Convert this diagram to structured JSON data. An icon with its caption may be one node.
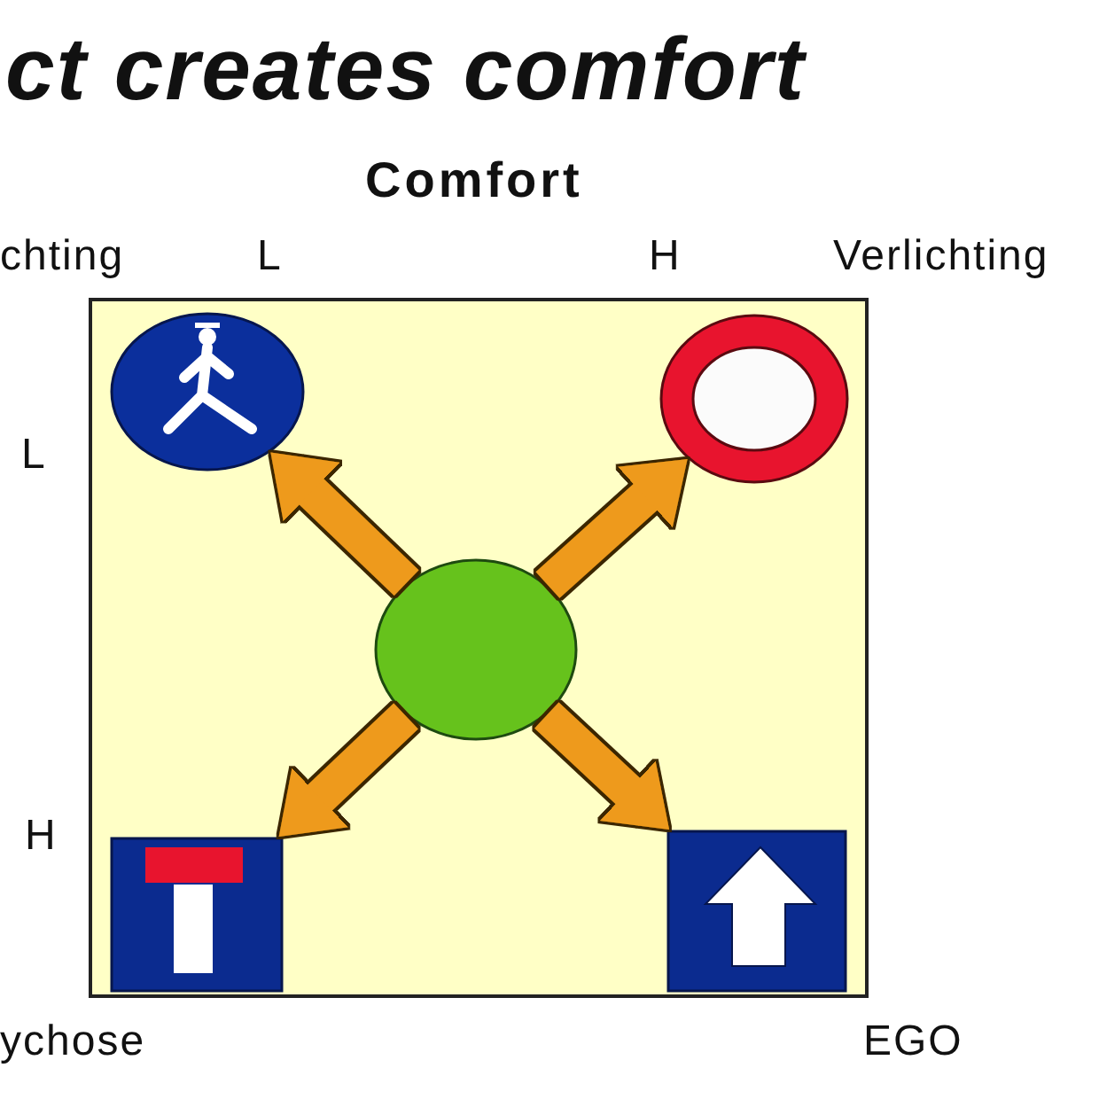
{
  "diagram": {
    "title": "ct creates comfort",
    "nodes": [
      {
        "text": [],
        "shape": "box"
      },
      {
        "text": [],
        "shape": "picture",
        "in": 0,
        "beside": [
          "chting"
        ]
      },
      {
        "text": [],
        "shape": "circle",
        "in": 0,
        "beside": [
          "Verlichting"
        ]
      },
      {
        "text": [],
        "shape": "circle",
        "in": 0
      },
      {
        "text": [],
        "shape": "picture",
        "in": 0,
        "beside": [
          "ychose"
        ]
      },
      {
        "text": [],
        "shape": "picture",
        "in": 0,
        "beside": [
          "EGO"
        ]
      }
    ],
    "edges": [
      {
        "from": 3,
        "to": 1,
        "arrow": "to"
      },
      {
        "from": 3,
        "to": 2,
        "arrow": "to"
      },
      {
        "from": 3,
        "to": 4,
        "arrow": "to"
      },
      {
        "from": 3,
        "to": 5,
        "arrow": "to"
      }
    ],
    "labels": [
      "Comfort",
      "L",
      "H",
      "L",
      "H"
    ]
  }
}
